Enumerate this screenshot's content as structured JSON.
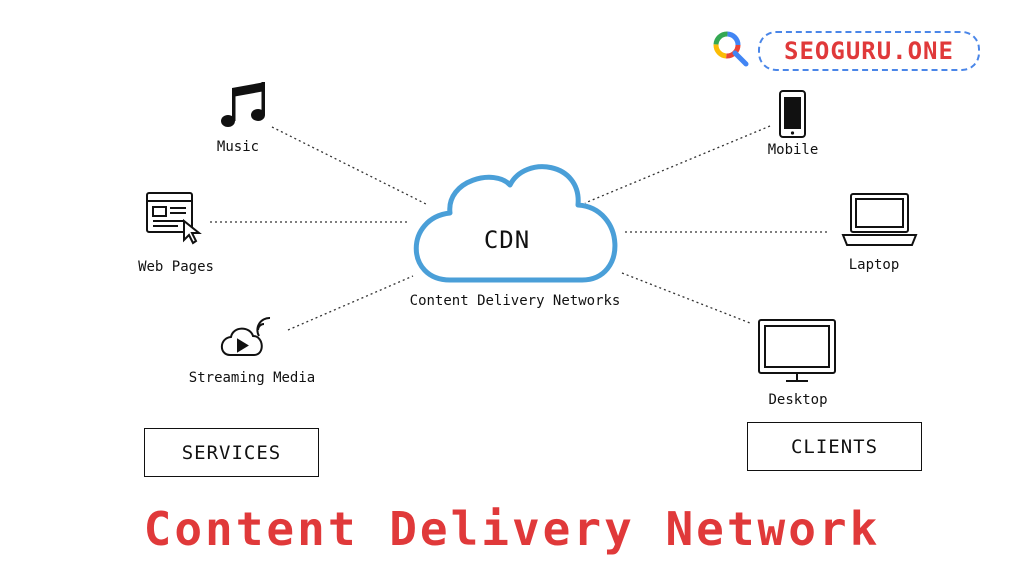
{
  "logo": {
    "text": "SEOGURU.ONE"
  },
  "center": {
    "label": "CDN",
    "sublabel": "Content Delivery Networks"
  },
  "services": {
    "box_label": "SERVICES",
    "items": [
      {
        "label": "Music",
        "icon": "music-note-icon"
      },
      {
        "label": "Web Pages",
        "icon": "web-page-cursor-icon"
      },
      {
        "label": "Streaming Media",
        "icon": "streaming-cloud-icon"
      }
    ]
  },
  "clients": {
    "box_label": "CLIENTS",
    "items": [
      {
        "label": "Mobile",
        "icon": "mobile-phone-icon"
      },
      {
        "label": "Laptop",
        "icon": "laptop-icon"
      },
      {
        "label": "Desktop",
        "icon": "desktop-monitor-icon"
      }
    ]
  },
  "title": "Content Delivery Network",
  "colors": {
    "title": "#e0393a",
    "cloud_stroke": "#4a9fd8",
    "logo_border": "#4a86e8"
  }
}
